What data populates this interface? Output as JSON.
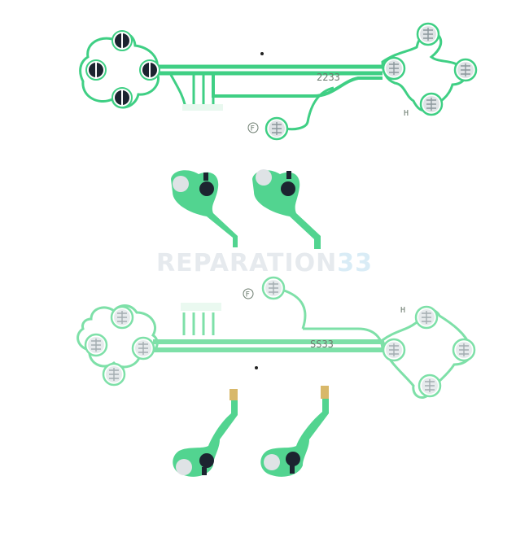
{
  "image": {
    "subject": "PS4 controller conductive film flex ribbons",
    "palette": {
      "background": "#ffffff",
      "film_green": "#3fcf84",
      "film_green_light": "#7ee0a8",
      "contact_dark": "#1c2430",
      "contact_silver": "#dfe3e6",
      "trace": "#ffffff"
    }
  },
  "watermark": {
    "brand": "REPARATION",
    "number": "33"
  },
  "markings": {
    "top_ribbon_code": "2233",
    "top_ribbon_letter": "H",
    "top_ribbon_symbol": "F",
    "bottom_ribbon_code": "SS33",
    "bottom_ribbon_letter": "H",
    "bottom_ribbon_symbol": "F"
  }
}
